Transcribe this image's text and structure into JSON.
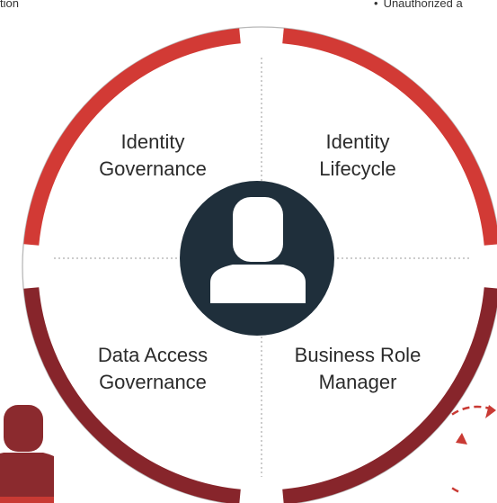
{
  "header": {
    "left_fragment": "tion",
    "right_fragment": "Unauthorized a",
    "right_bullet": "•"
  },
  "center": {
    "icon": "user-silhouette-icon"
  },
  "quadrants": [
    {
      "line1": "Identity",
      "line2": "Governance"
    },
    {
      "line1": "Identity",
      "line2": "Lifecycle"
    },
    {
      "line1": "Data Access",
      "line2": "Governance"
    },
    {
      "line1": "Business Role",
      "line2": "Manager"
    }
  ],
  "colors": {
    "ring_top": "#d23a35",
    "ring_bottom": "#87252b",
    "center_fill": "#1f2f3b",
    "icon_fill": "#ffffff",
    "divider": "#9a9a9a",
    "outline": "#b8b8b8"
  },
  "partial_icons": [
    "user-silhouette-icon",
    "refresh-arrows-icon"
  ]
}
